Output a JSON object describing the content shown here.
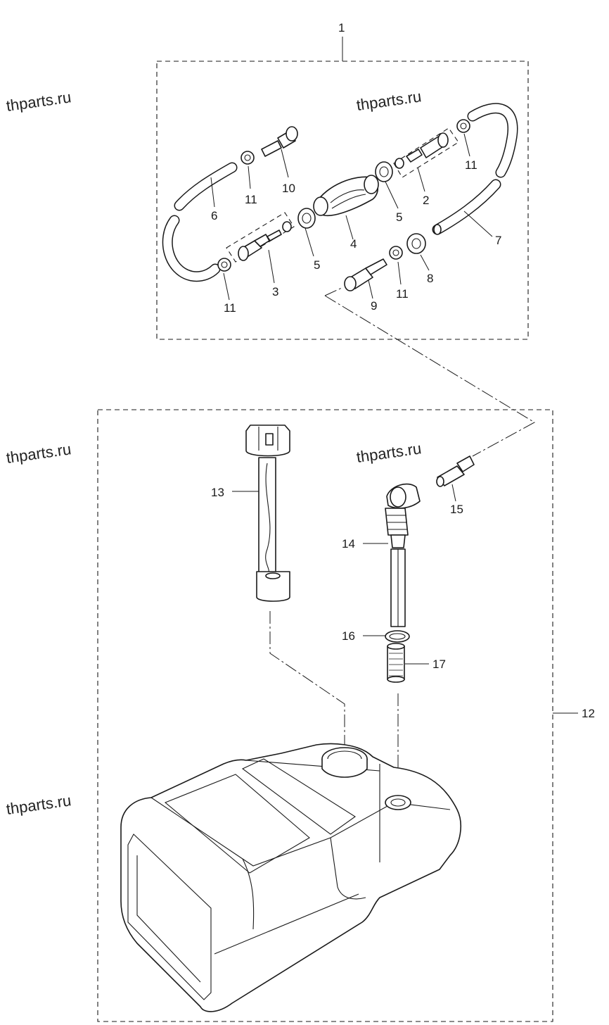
{
  "callouts": {
    "c1": "1",
    "c2": "2",
    "c3": "3",
    "c4": "4",
    "c5a": "5",
    "c5b": "5",
    "c6": "6",
    "c7": "7",
    "c8": "8",
    "c9": "9",
    "c10": "10",
    "c11a": "11",
    "c11b": "11",
    "c11c": "11",
    "c11d": "11",
    "c12": "12",
    "c13": "13",
    "c14": "14",
    "c15": "15",
    "c16": "16",
    "c17": "17"
  },
  "watermark": "thparts.ru"
}
